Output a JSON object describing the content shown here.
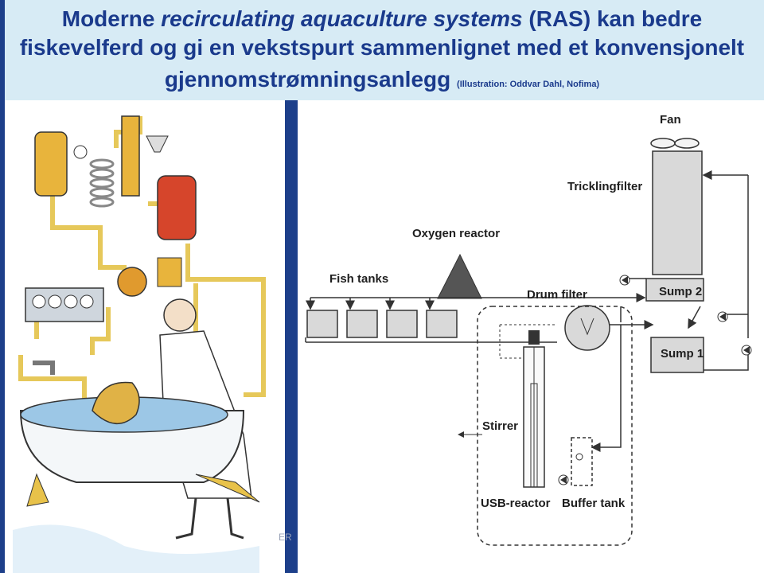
{
  "title": {
    "line1_prefix": "Moderne ",
    "line1_italic": "recirculating aquaculture systems",
    "line1_suffix": " (RAS) kan bedre",
    "line2": "fiskevelferd og gi en vekstspurt sammenlignet med et konvensjonelt",
    "line3": "gjennomstrømningsanlegg",
    "credit": "(Illustration: Oddvar Dahl, Nofima)"
  },
  "footer_fragment": "ER",
  "diagram": {
    "labels": {
      "fan": "Fan",
      "tricklingfilter": "Tricklingfilter",
      "oxygen_reactor": "Oxygen reactor",
      "fish_tanks": "Fish tanks",
      "drum_filter": "Drum filter",
      "sump2": "Sump 2",
      "sump1": "Sump 1",
      "stirrer": "Stirrer",
      "usb_reactor": "USB-reactor",
      "buffer_tank": "Buffer tank"
    }
  },
  "colors": {
    "title_text": "#1a3a8c",
    "title_band": "#d7ebf5",
    "accent_blue": "#1d3f8a",
    "equipment_fill": "#d9d9d9"
  }
}
